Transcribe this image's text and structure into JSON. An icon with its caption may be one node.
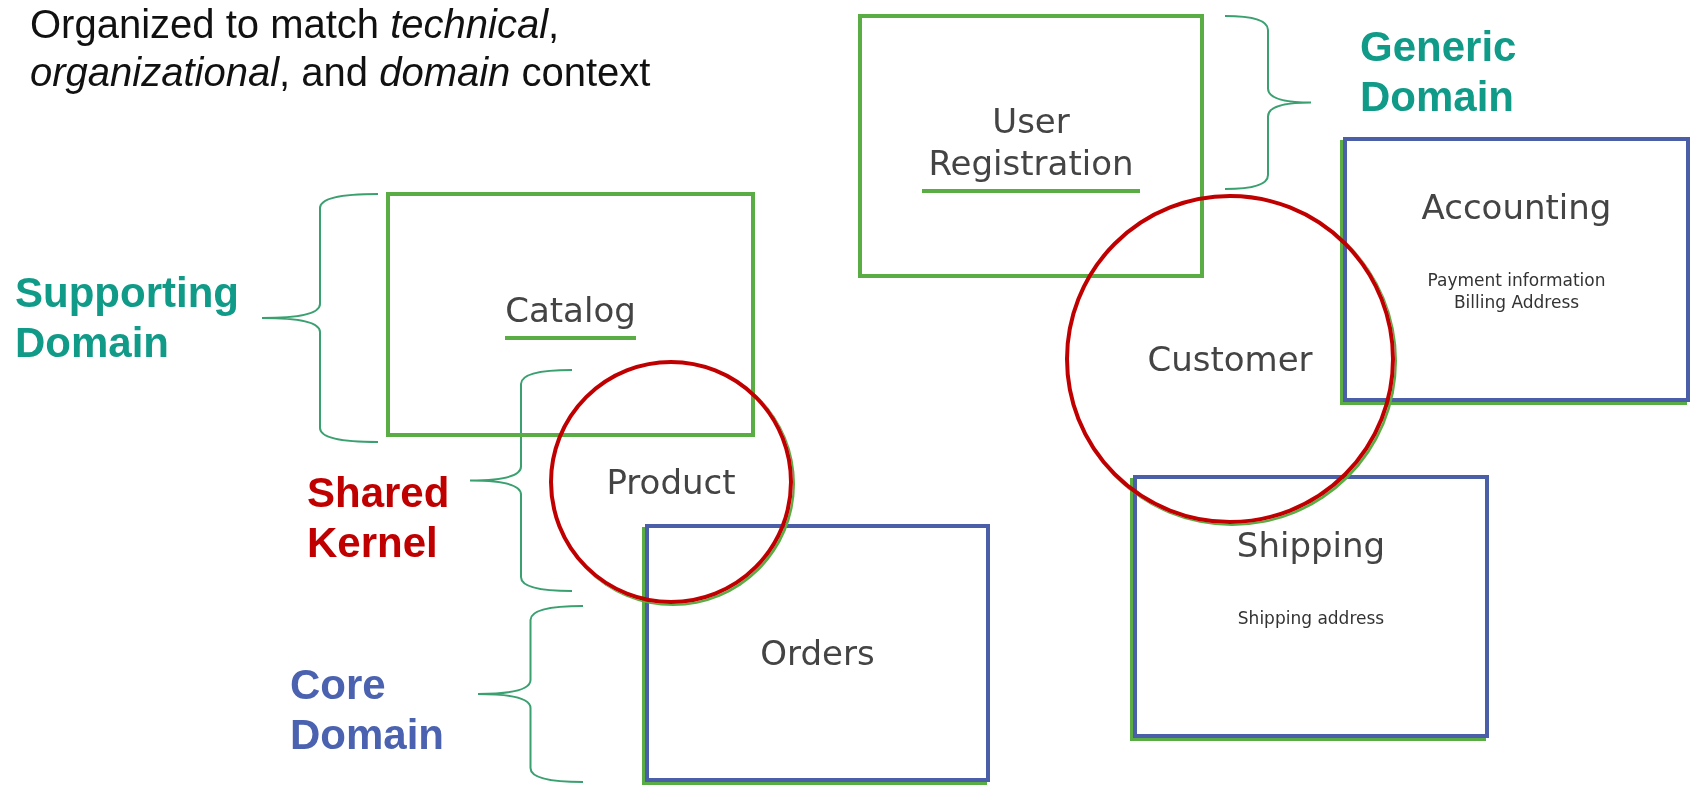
{
  "diagram": {
    "title": "Organized to match *technical*, *organizational*, and *domain* context",
    "nodes": [
      {
        "text": [
          "Catalog"
        ]
      },
      {
        "text": [
          "Product"
        ]
      },
      {
        "text": [
          "Orders"
        ]
      },
      {
        "text": [
          "User Registration"
        ]
      },
      {
        "text": [
          "Customer"
        ]
      },
      {
        "text": [
          "Accounting",
          "Payment information Billing Address"
        ]
      },
      {
        "text": [
          "Shipping",
          "Shipping address"
        ]
      }
    ],
    "labels": [
      "Generic Domain",
      "Supporting Domain",
      "Shared Kernel",
      "Core Domain"
    ]
  }
}
